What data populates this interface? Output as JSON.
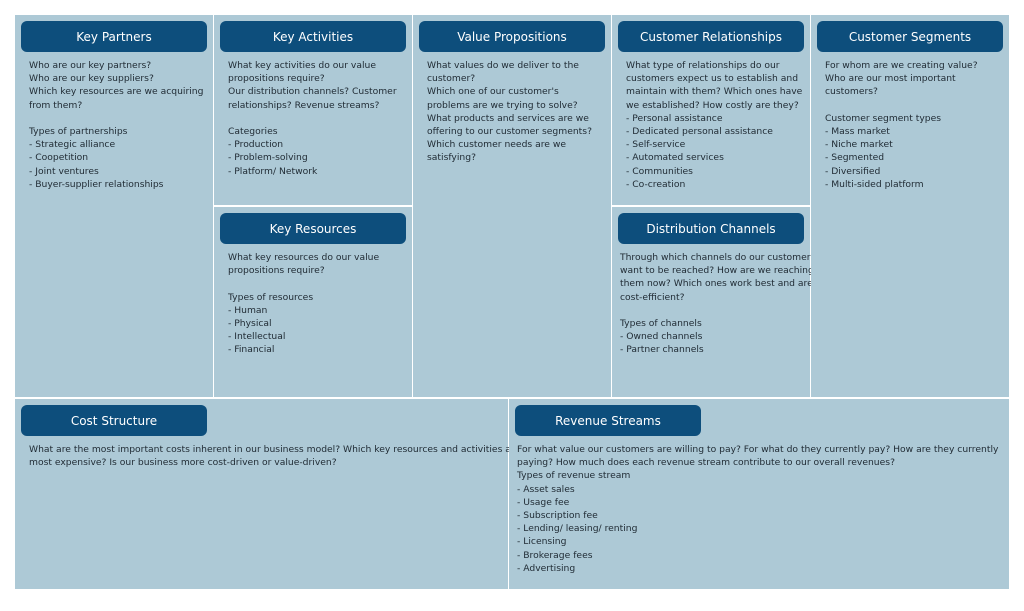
{
  "key_partners": {
    "title": "Key Partners",
    "lines": [
      "Who are our key partners?",
      "Who are our key suppliers?",
      "Which key resources are we acquiring",
      "from them?",
      "",
      "Types of partnerships",
      "- Strategic alliance",
      "- Coopetition",
      "- Joint ventures",
      "- Buyer-supplier relationships"
    ]
  },
  "key_activities": {
    "title": "Key Activities",
    "lines": [
      "What key activities do our value",
      "propositions require?",
      "Our distribution channels?  Customer",
      "relationships? Revenue streams?",
      "",
      "Categories",
      "- Production",
      "- Problem-solving",
      "- Platform/ Network"
    ]
  },
  "key_resources": {
    "title": "Key Resources",
    "lines": [
      "What key resources do our value",
      "propositions require?",
      "",
      "Types of resources",
      "- Human",
      "- Physical",
      "- Intellectual",
      "- Financial"
    ]
  },
  "value_propositions": {
    "title": "Value Propositions",
    "lines": [
      "What values do we deliver to the",
      "customer?",
      "Which one of our customer's",
      "problems are we trying to solve?",
      "What products and services are we",
      "offering to our customer segments?",
      "Which customer needs are we",
      "satisfying?"
    ]
  },
  "customer_relationships": {
    "title": "Customer Relationships",
    "lines": [
      "What type of relationships do our",
      "customers expect us to establish and",
      "maintain with them? Which ones have",
      "we established? How costly are they?",
      "- Personal assistance",
      "- Dedicated personal assistance",
      "- Self-service",
      "- Automated services",
      "- Communities",
      "- Co-creation"
    ]
  },
  "distribution_channels": {
    "title": "Distribution Channels",
    "lines": [
      "Through which channels do our customers",
      "want to be reached? How are we reaching",
      "them now? Which ones work best and are",
      "cost-efficient?",
      "",
      "Types of channels",
      "- Owned channels",
      "- Partner channels"
    ]
  },
  "customer_segments": {
    "title": "Customer Segments",
    "lines": [
      "For whom are we creating value?",
      "Who are our most important",
      "customers?",
      "",
      "Customer segment types",
      "- Mass market",
      "- Niche market",
      "- Segmented",
      "- Diversified",
      "- Multi-sided platform"
    ]
  },
  "cost_structure": {
    "title": "Cost Structure",
    "lines": [
      "What are the most important costs inherent in our business model? Which key resources and activities are",
      "most expensive? Is our business more cost-driven or value-driven?"
    ]
  },
  "revenue_streams": {
    "title": "Revenue Streams",
    "lines": [
      "For what value our customers are willing to pay? For what do they currently pay? How are they currently",
      "paying? How much does each revenue stream contribute to our overall revenues?",
      "Types of revenue stream",
      "- Asset sales",
      "- Usage fee",
      "- Subscription fee",
      "- Lending/ leasing/ renting",
      "- Licensing",
      "- Brokerage fees",
      "- Advertising"
    ]
  }
}
